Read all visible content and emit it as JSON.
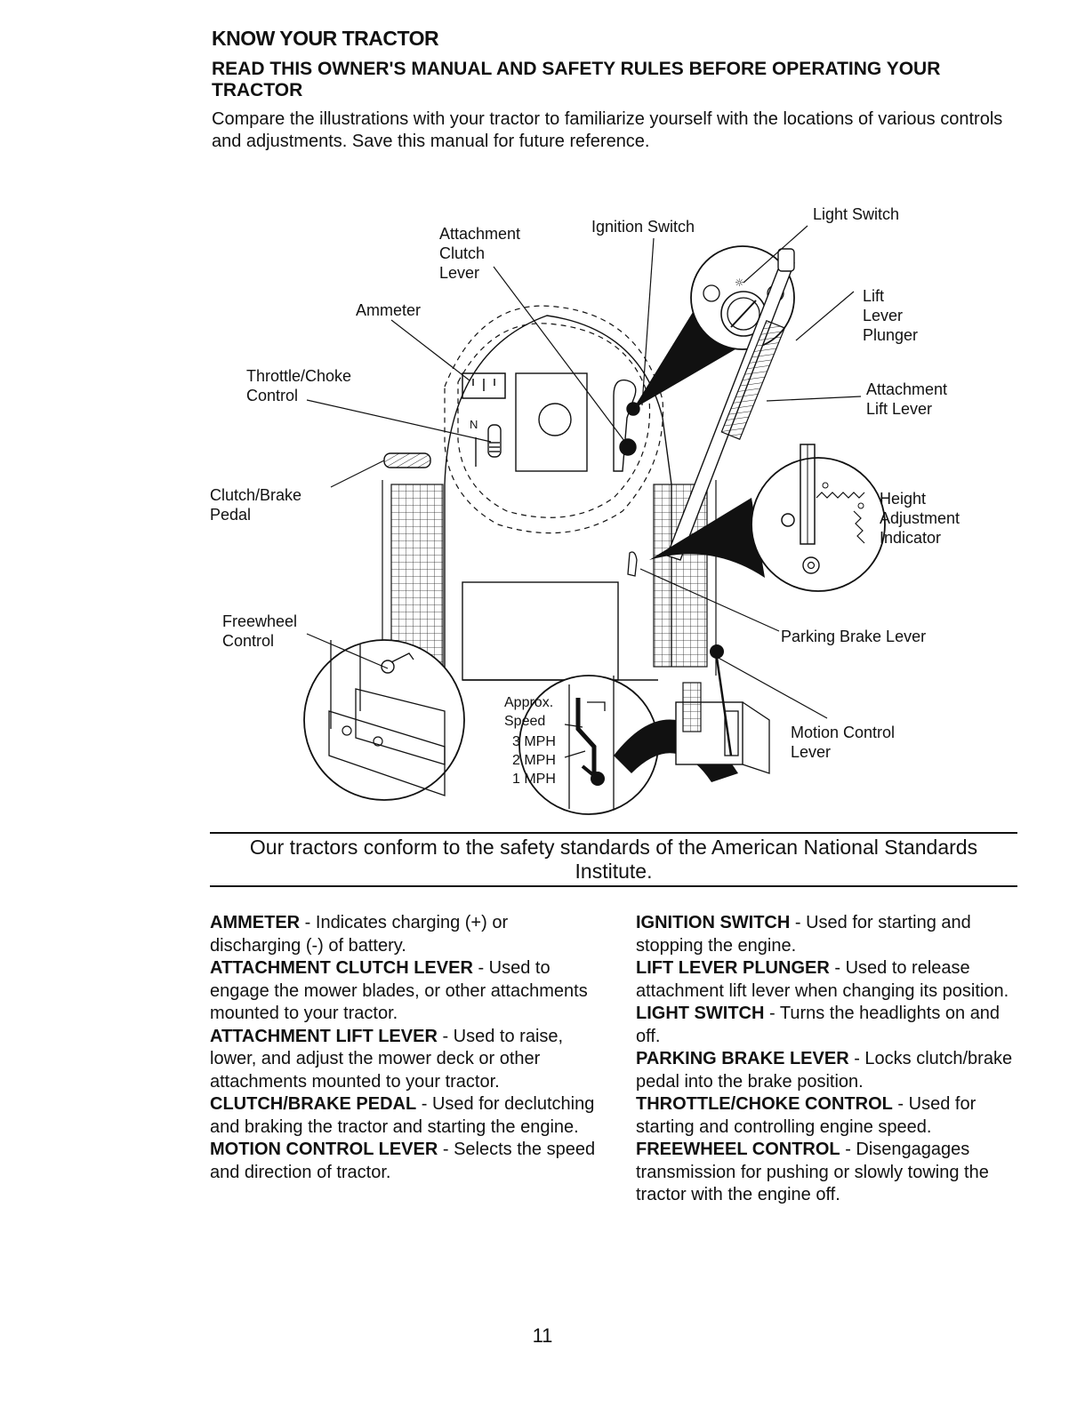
{
  "header": {
    "title": "KNOW YOUR TRACTOR",
    "subtitle": "READ THIS OWNER'S MANUAL AND SAFETY RULES BEFORE OPERATING YOUR TRACTOR",
    "intro": "Compare the illustrations with your tractor to familiarize yourself with the locations of various controls and adjustments. Save this manual for future reference."
  },
  "diagram": {
    "labels": {
      "attachment_clutch_lever": "Attachment\nClutch\nLever",
      "ignition_switch": "Ignition Switch",
      "light_switch": "Light Switch",
      "ammeter": "Ammeter",
      "lift_lever_plunger": "Lift\nLever\nPlunger",
      "throttle_choke": "Throttle/Choke\nControl",
      "attachment_lift_lever": "Attachment\nLift Lever",
      "clutch_brake_pedal": "Clutch/Brake\nPedal",
      "height_adjustment": "Height\nAdjustment\nIndicator",
      "freewheel_control": "Freewheel\nControl",
      "parking_brake_lever": "Parking Brake Lever",
      "motion_control_lever": "Motion Control\nLever",
      "approx_speed": "Approx.\nSpeed",
      "mph3": "3 MPH",
      "mph2": "2 MPH",
      "mph1": "1 MPH",
      "neutral": "N"
    }
  },
  "notice": "Our tractors conform to the safety standards of the American National Standards Institute.",
  "left_column": [
    {
      "term": "AMMETER",
      "desc": " - Indicates charging (+) or discharging (-) of battery."
    },
    {
      "term": "ATTACHMENT CLUTCH LEVER",
      "desc": " - Used to engage the mower blades, or other attachments mounted to your tractor."
    },
    {
      "term": "ATTACHMENT LIFT LEVER",
      "desc": " - Used to raise, lower, and adjust the mower deck or other attachments mounted to your tractor."
    },
    {
      "term": "CLUTCH/BRAKE PEDAL",
      "desc": " - Used for declutching and braking the tractor and starting the engine."
    },
    {
      "term": "MOTION CONTROL LEVER",
      "desc": " - Selects the speed and direction of tractor."
    }
  ],
  "right_column": [
    {
      "term": "IGNITION SWITCH",
      "desc": " - Used for starting and stopping the engine."
    },
    {
      "term": "LIFT LEVER PLUNGER",
      "desc": " - Used to release attachment lift lever when changing its position."
    },
    {
      "term": "LIGHT SWITCH",
      "desc": " - Turns the headlights on and off."
    },
    {
      "term": "PARKING BRAKE LEVER",
      "desc": " - Locks clutch/brake pedal into the brake position."
    },
    {
      "term": "THROTTLE/CHOKE CONTROL",
      "desc": " - Used for starting and controlling engine speed."
    },
    {
      "term": "FREEWHEEL CONTROL",
      "desc": " - Disengagages transmission for pushing or slowly towing the tractor with the engine off."
    }
  ],
  "page_number": "11"
}
